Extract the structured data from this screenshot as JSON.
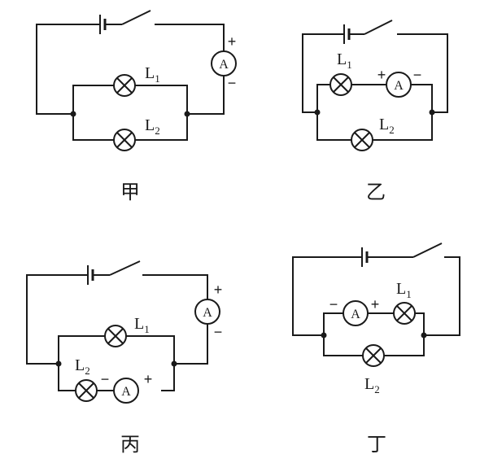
{
  "diagrams": [
    {
      "caption": "甲",
      "lamp_top": "L",
      "lamp_top_sub": "1",
      "lamp_bottom": "L",
      "lamp_bottom_sub": "2",
      "ammeter": "A",
      "plus": "+",
      "minus": "−"
    },
    {
      "caption": "乙",
      "lamp_top": "L",
      "lamp_top_sub": "1",
      "lamp_bottom": "L",
      "lamp_bottom_sub": "2",
      "ammeter": "A",
      "plus": "+",
      "minus": "−"
    },
    {
      "caption": "丙",
      "lamp_top": "L",
      "lamp_top_sub": "1",
      "lamp_bottom": "L",
      "lamp_bottom_sub": "2",
      "ammeter": "A",
      "plus_main": "+",
      "minus_main": "−",
      "plus_branch": "+",
      "minus_branch": "−"
    },
    {
      "caption": "丁",
      "lamp_top": "L",
      "lamp_top_sub": "1",
      "lamp_bottom": "L",
      "lamp_bottom_sub": "2",
      "ammeter": "A",
      "plus": "+",
      "minus": "−"
    }
  ],
  "colors": {
    "ink": "#1a1a1a",
    "background": "#ffffff"
  }
}
